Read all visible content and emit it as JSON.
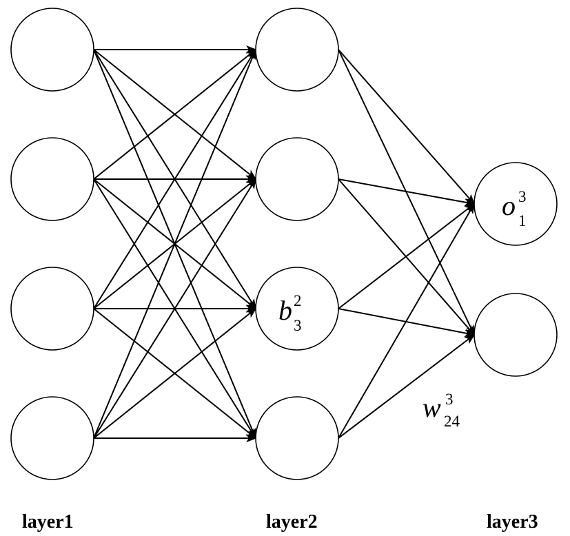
{
  "layers": [
    {
      "label": "layer1",
      "nodes": 4
    },
    {
      "label": "layer2",
      "nodes": 4
    },
    {
      "label": "layer3",
      "nodes": 2
    }
  ],
  "connectivity": "fully-connected",
  "annotations": {
    "bias": {
      "symbol": "b",
      "subscript": "3",
      "superscript": "2",
      "layer": 2,
      "node": 3
    },
    "output": {
      "symbol": "o",
      "subscript": "1",
      "superscript": "3",
      "layer": 3,
      "node": 1
    },
    "weight": {
      "symbol": "w",
      "subscript": "24",
      "superscript": "3"
    }
  }
}
